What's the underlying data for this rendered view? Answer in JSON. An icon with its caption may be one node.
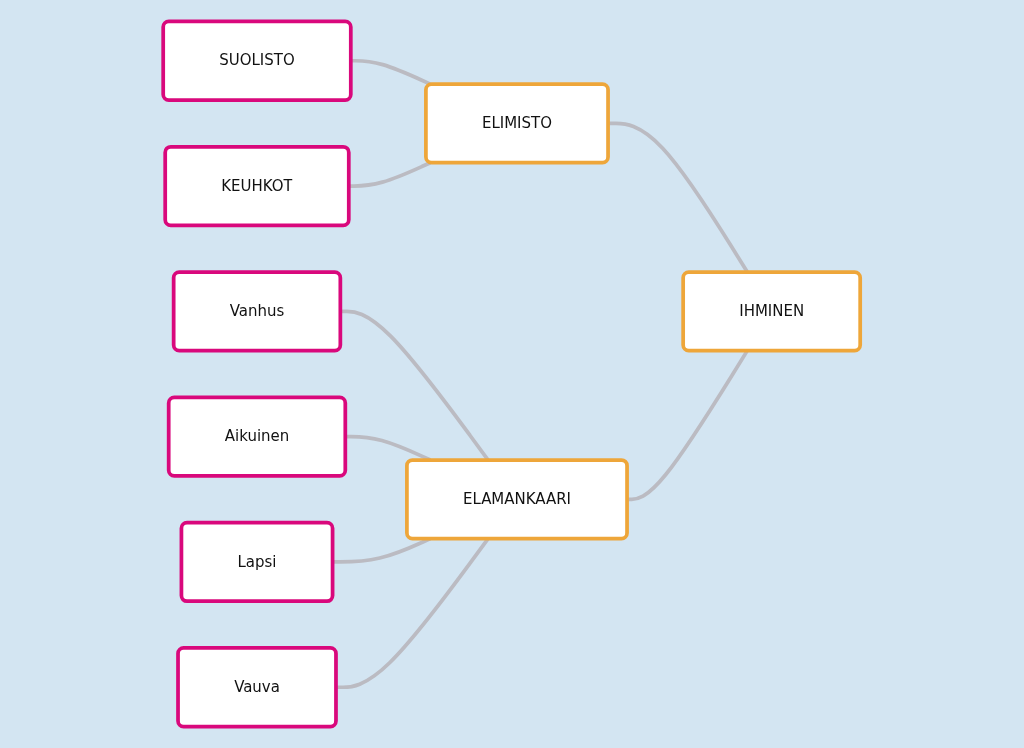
{
  "diagram": {
    "nodes": [
      {
        "text": [
          "Vanhus"
        ]
      },
      {
        "text": [
          "Aikuinen"
        ]
      },
      {
        "text": [
          "SUOLISTO"
        ]
      },
      {
        "text": [
          "ELIMISTO"
        ]
      },
      {
        "text": [
          "IHMINEN"
        ]
      },
      {
        "text": [
          "ELAMANKAARI"
        ]
      },
      {
        "text": [
          "Lapsi"
        ]
      },
      {
        "text": [
          "KEUHKOT"
        ]
      },
      {
        "text": [
          "Vauva"
        ]
      }
    ],
    "edges": [
      {
        "from": 4,
        "to": 3,
        "arrow": "none"
      },
      {
        "from": 4,
        "to": 5,
        "arrow": "none"
      },
      {
        "from": 3,
        "to": 2,
        "arrow": "none"
      },
      {
        "from": 3,
        "to": 7,
        "arrow": "none"
      },
      {
        "from": 5,
        "to": 0,
        "arrow": "none"
      },
      {
        "from": 5,
        "to": 1,
        "arrow": "none"
      },
      {
        "from": 5,
        "to": 6,
        "arrow": "none"
      },
      {
        "from": 5,
        "to": 8,
        "arrow": "none"
      }
    ]
  }
}
